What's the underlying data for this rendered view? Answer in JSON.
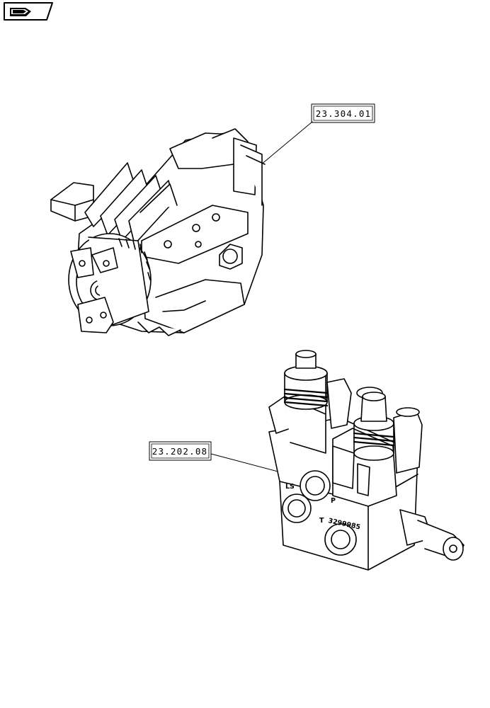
{
  "callouts": [
    {
      "label": "23.304.01"
    },
    {
      "label": "23.202.08"
    }
  ],
  "valve_markings": {
    "ls": "LS",
    "p": "P",
    "t": "T",
    "part_number": "3299985"
  },
  "icons": {
    "corner": "book-icon"
  },
  "colors": {
    "line": "#000000",
    "background": "#ffffff"
  }
}
